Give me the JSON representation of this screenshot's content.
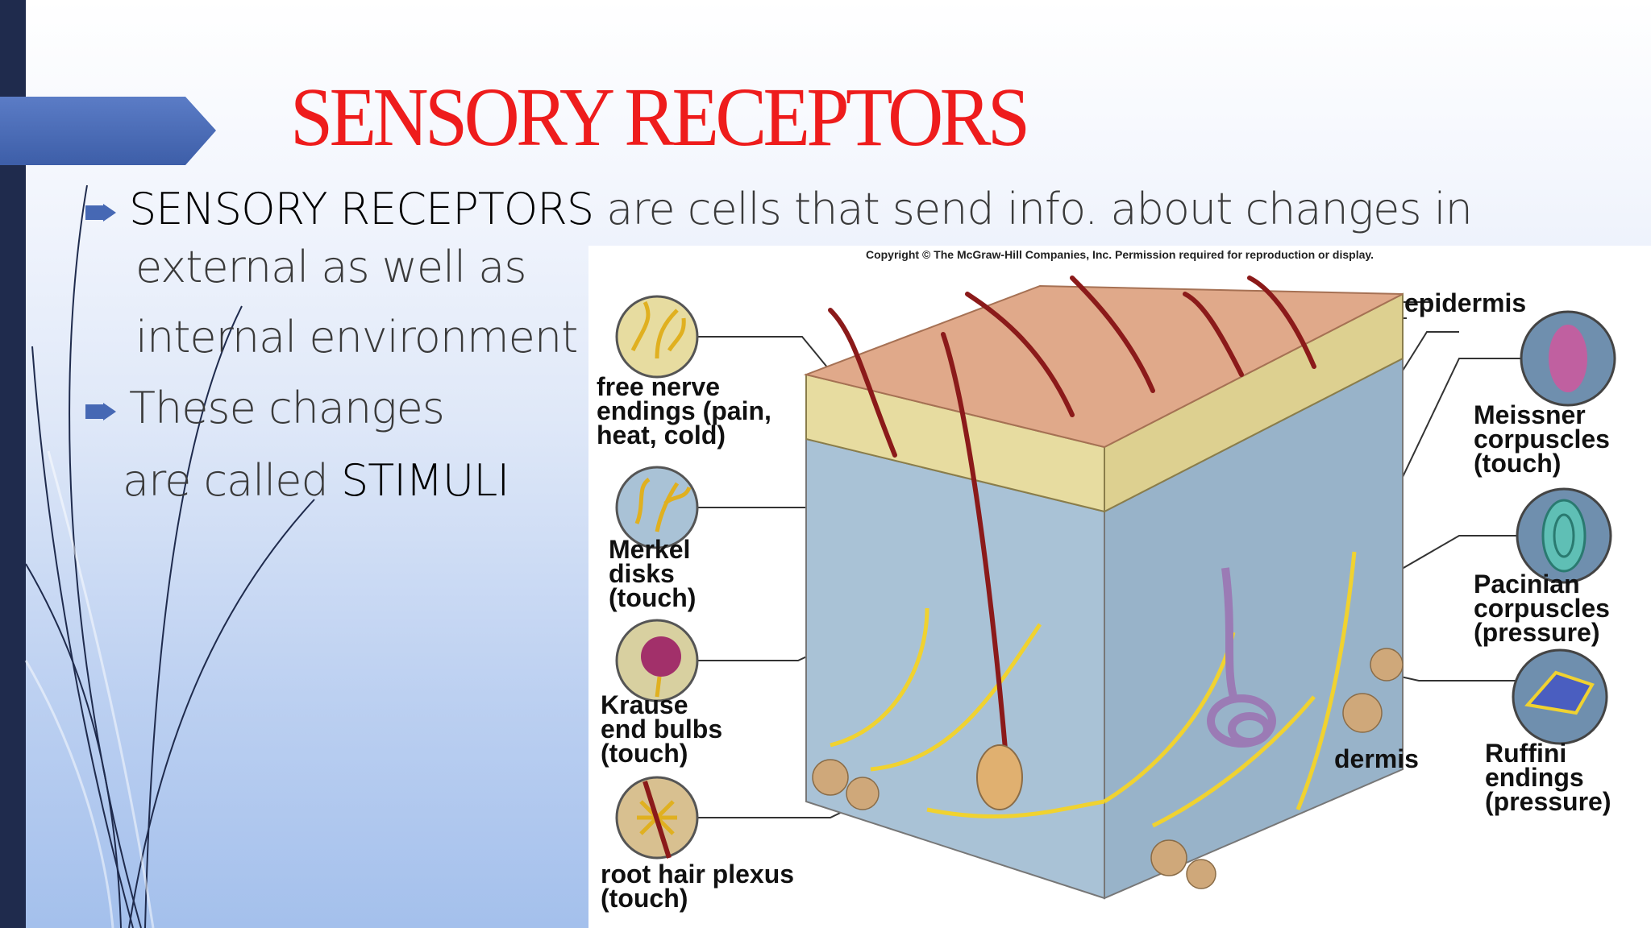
{
  "slide": {
    "title": "SENSORY RECEPTORS",
    "bullets": [
      {
        "lead": "SENSORY RECEPTORS",
        "rest": " are cells that  send info. about changes in",
        "line2": "external as well as",
        "line3": "internal environment"
      },
      {
        "line1": "These changes",
        "line2_pre": "are called ",
        "line2_strong": "STIMULI"
      }
    ]
  },
  "figure": {
    "copyright": "Copyright © The McGraw-Hill Companies, Inc. Permission required for reproduction or display.",
    "labels": {
      "epidermis": "epidermis",
      "free_nerve": "free nerve\nendings (pain,\nheat, cold)",
      "merkel": "Merkel\ndisks\n(touch)",
      "krause": "Krause\nend bulbs\n(touch)",
      "root_hair": "root hair plexus\n(touch)",
      "meissner": "Meissner\ncorpuscles\n(touch)",
      "pacinian": "Pacinian\ncorpuscles\n(pressure)",
      "ruffini": "Ruffini\nendings\n(pressure)",
      "dermis": "dermis"
    },
    "icons": [
      "free-nerve-endings-icon",
      "merkel-disks-icon",
      "krause-end-bulbs-icon",
      "root-hair-plexus-icon",
      "meissner-corpuscles-icon",
      "pacinian-corpuscles-icon",
      "ruffini-endings-icon"
    ],
    "colors": {
      "hair": "#8b1a1a",
      "skin_top": "#e0a98a",
      "epidermis": "#e7dca0",
      "dermis": "#a9c2d6",
      "nerve": "#f0d230"
    }
  }
}
